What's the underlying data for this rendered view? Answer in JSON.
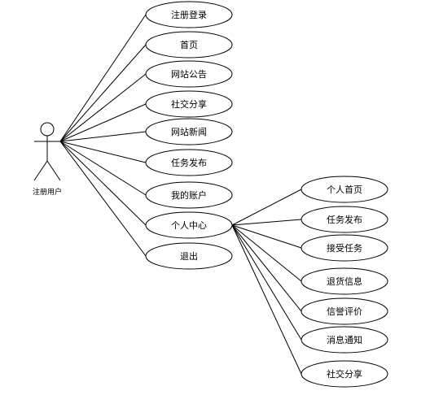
{
  "actor": {
    "label": "注册用户"
  },
  "use_cases": [
    {
      "id": "register-login",
      "label": "注册登录"
    },
    {
      "id": "home",
      "label": "首页"
    },
    {
      "id": "site-announcement",
      "label": "网站公告"
    },
    {
      "id": "social-share",
      "label": "社交分享"
    },
    {
      "id": "site-news",
      "label": "网站新闻"
    },
    {
      "id": "task-publish",
      "label": "任务发布"
    },
    {
      "id": "my-account",
      "label": "我的账户"
    },
    {
      "id": "personal-center",
      "label": "个人中心"
    },
    {
      "id": "logout",
      "label": "退出"
    }
  ],
  "personal_center_sub_cases": [
    {
      "id": "personal-home",
      "label": "个人首页"
    },
    {
      "id": "task-publish",
      "label": "任务发布"
    },
    {
      "id": "accept-task",
      "label": "接受任务"
    },
    {
      "id": "return-info",
      "label": "退货信息"
    },
    {
      "id": "credit-rating",
      "label": "信誉评价"
    },
    {
      "id": "message-notice",
      "label": "消息通知"
    },
    {
      "id": "social-share",
      "label": "社交分享"
    }
  ],
  "colors": {
    "stroke": "#000000",
    "fill": "#ffffff",
    "text": "#000000"
  }
}
